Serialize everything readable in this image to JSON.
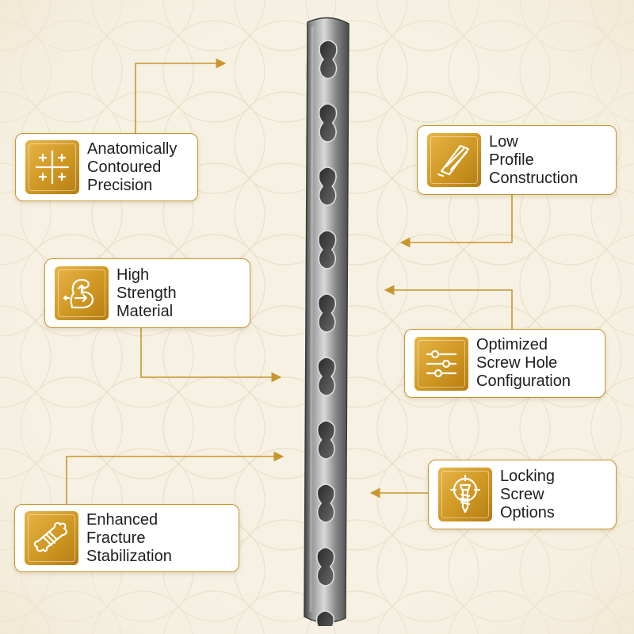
{
  "features": [
    {
      "id": "anatomically",
      "icon": "crosshair-plus-icon",
      "lines": [
        "Anatomically",
        "Contoured",
        "Precision"
      ]
    },
    {
      "id": "strength",
      "icon": "flexing-arm-icon",
      "lines": [
        "High",
        "Strength",
        "Material"
      ]
    },
    {
      "id": "fracture",
      "icon": "bone-icon",
      "lines": [
        "Enhanced",
        "Fracture",
        "Stabilization"
      ]
    },
    {
      "id": "lowprofile",
      "icon": "thin-plate-icon",
      "lines": [
        "Low",
        "Profile",
        "Construction"
      ]
    },
    {
      "id": "screwhole",
      "icon": "sliders-icon",
      "lines": [
        "Optimized",
        "Screw Hole",
        "Configuration"
      ]
    },
    {
      "id": "locking",
      "icon": "screw-target-icon",
      "lines": [
        "Locking",
        "Screw",
        "Options"
      ]
    }
  ],
  "colors": {
    "background": "#f6f1e3",
    "accent": "#c8962e",
    "icon_gold": "#d4a02c",
    "plate_steel": "#7d7d7d",
    "text": "#1e1e1e"
  }
}
